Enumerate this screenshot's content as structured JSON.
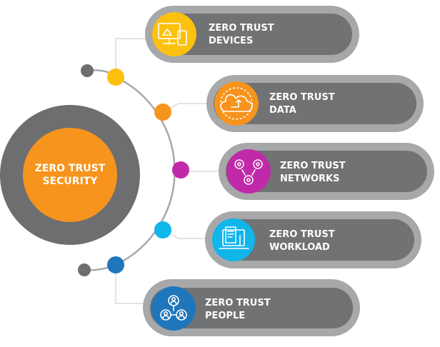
{
  "center": {
    "line1": "ZERO TRUST",
    "line2": "SECURITY"
  },
  "items": [
    {
      "line1": "ZERO TRUST",
      "line2": "DEVICES",
      "icon": "devices-icon",
      "color": "#fcc10f"
    },
    {
      "line1": "ZERO TRUST",
      "line2": "DATA",
      "icon": "cloud-data-icon",
      "color": "#f7941d"
    },
    {
      "line1": "ZERO TRUST",
      "line2": "NETWORKS",
      "icon": "network-gears-icon",
      "color": "#c02aa8"
    },
    {
      "line1": "ZERO TRUST",
      "line2": "WORKLOAD",
      "icon": "laptop-documents-icon",
      "color": "#10b5ea"
    },
    {
      "line1": "ZERO TRUST",
      "line2": "PEOPLE",
      "icon": "people-group-icon",
      "color": "#1f76bb"
    }
  ],
  "colors": {
    "pill_outer": "#a7a8aa",
    "pill_inner": "#707274",
    "hub_ring": "#6d6e70",
    "hub_core": "#f7941d",
    "arc": "#a7a8aa"
  }
}
